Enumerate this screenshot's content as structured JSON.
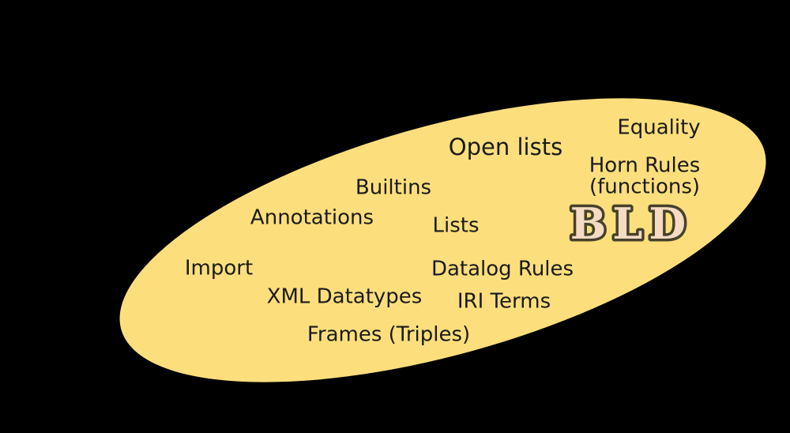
{
  "colors": {
    "bg": "#000000",
    "ellipse": "#fcdf7c",
    "text": "#1a1a1a",
    "logo_fill": "#f5dbc3",
    "logo_stroke": "#46412a"
  },
  "labels": {
    "equality": "Equality",
    "open_lists": "Open lists",
    "horn_rules": "Horn Rules\n(functions)",
    "builtins": "Builtins",
    "annotations": "Annotations",
    "lists": "Lists",
    "import": "Import",
    "datalog_rules": "Datalog Rules",
    "xml_datatypes": "XML Datatypes",
    "iri_terms": "IRI Terms",
    "frames": "Frames (Triples)"
  },
  "logo": {
    "text": "BLD"
  }
}
